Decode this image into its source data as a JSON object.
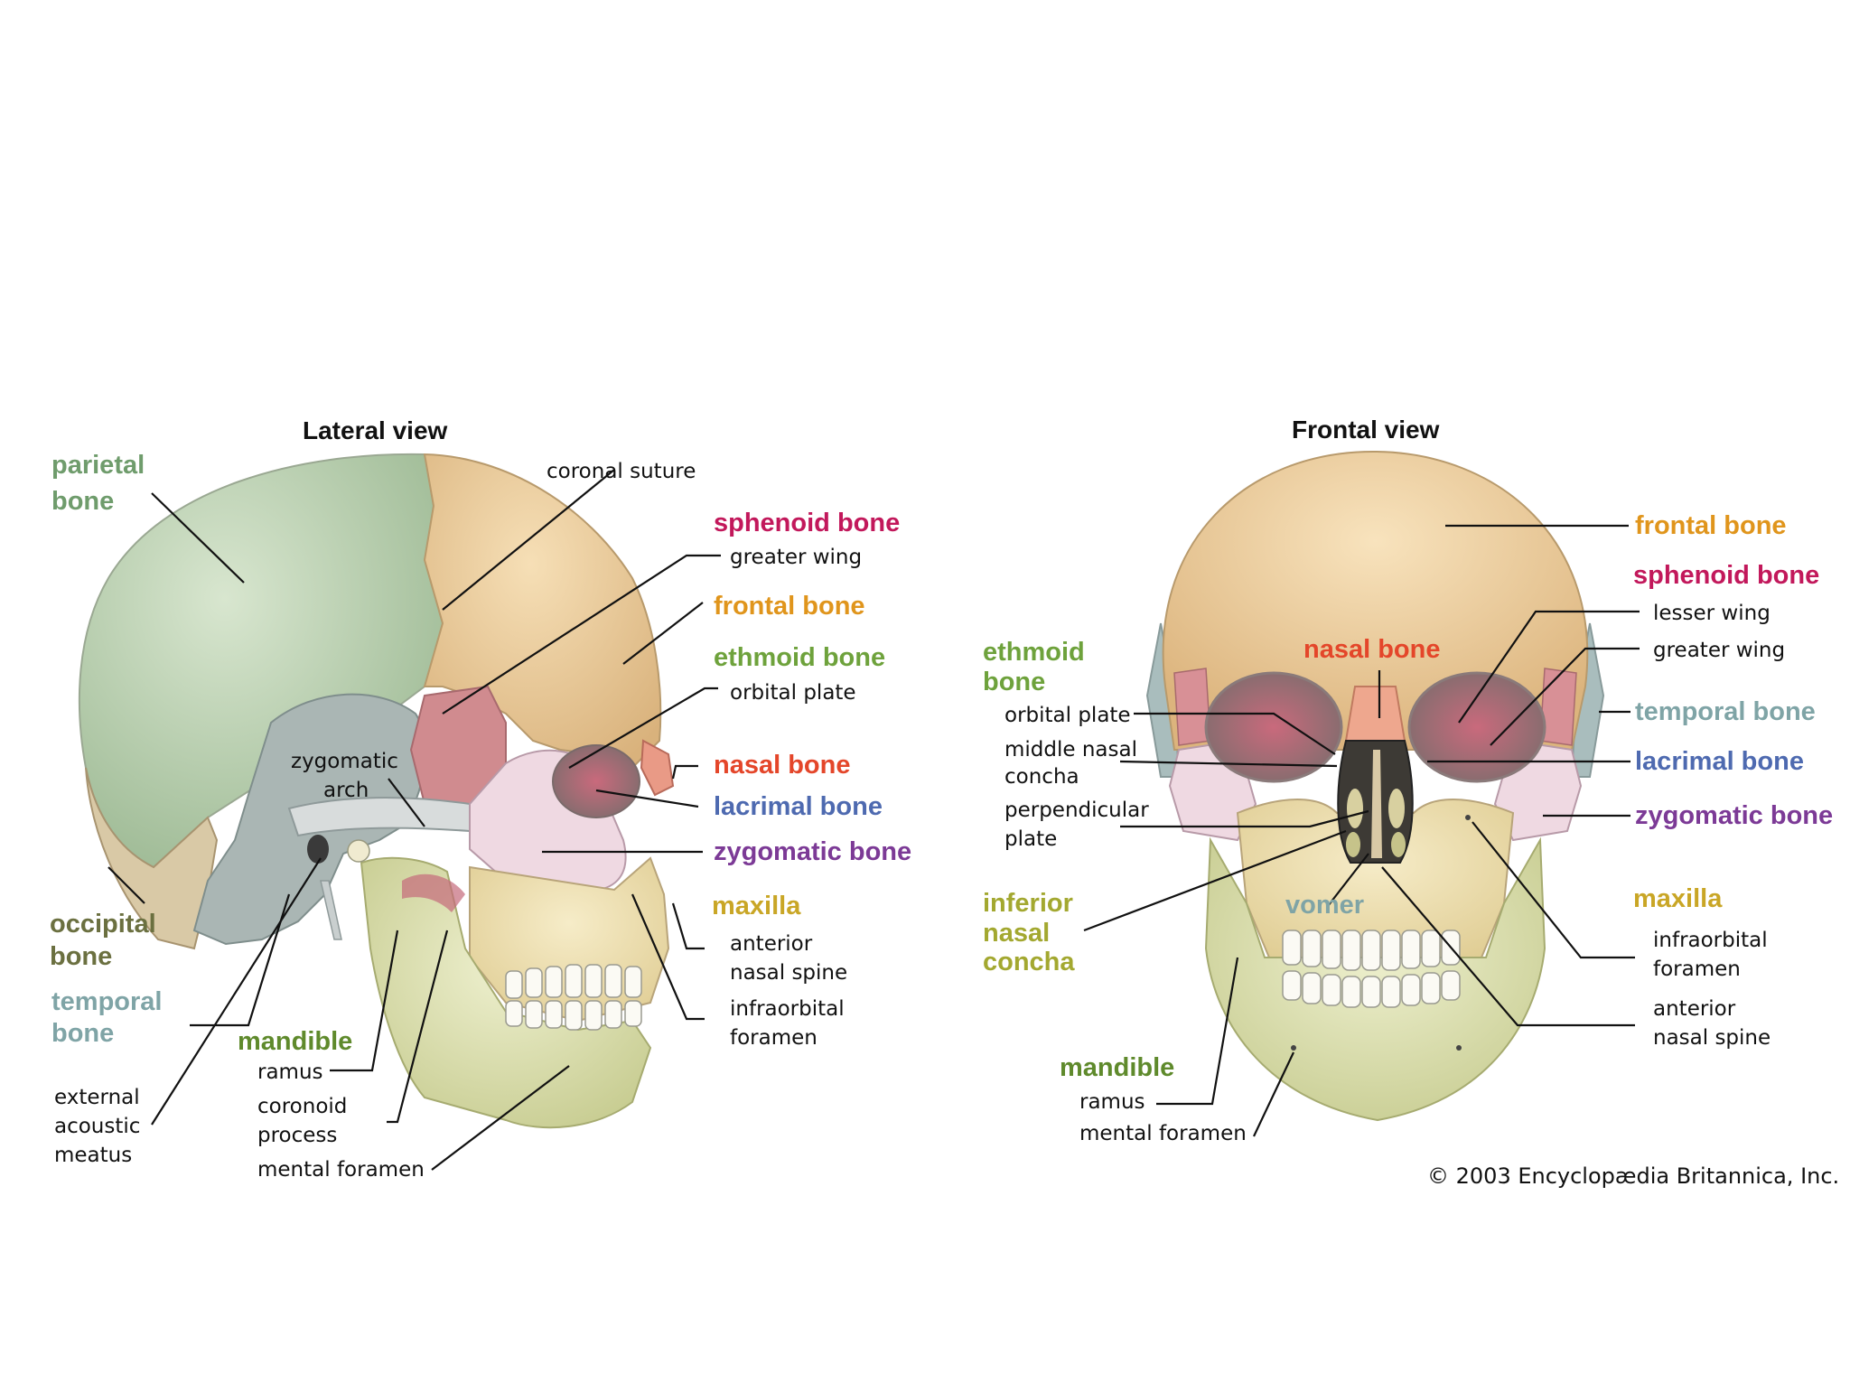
{
  "colors": {
    "parietal": "#6f9c6c",
    "temporal": "#7fa4a6",
    "occipital": "#6b7040",
    "mandible": "#5f8a2c",
    "sphenoid": "#c2185b",
    "frontal": "#e0951c",
    "ethmoid": "#6ea23c",
    "nasal": "#e4462a",
    "lacrimal": "#4e6ab0",
    "zygomatic": "#7c3a96",
    "maxilla": "#c9a626",
    "vomer": "#7fa4a6",
    "inferior_concha": "#a3a830"
  },
  "lateral": {
    "title": "Lateral view",
    "labels": {
      "parietal_1": "parietal",
      "parietal_2": "bone",
      "coronal_suture": "coronal suture",
      "sphenoid": "sphenoid bone",
      "greater_wing": "greater wing",
      "frontal": "frontal bone",
      "ethmoid": "ethmoid bone",
      "orbital_plate": "orbital plate",
      "zygomatic_arch_1": "zygomatic",
      "zygomatic_arch_2": "arch",
      "nasal": "nasal bone",
      "lacrimal": "lacrimal bone",
      "zygomatic": "zygomatic bone",
      "occipital_1": "occipital",
      "occipital_2": "bone",
      "maxilla": "maxilla",
      "anterior_1": "anterior",
      "anterior_2": "nasal spine",
      "temporal_1": "temporal",
      "temporal_2": "bone",
      "infraorbital_1": "infraorbital",
      "infraorbital_2": "foramen",
      "mandible": "mandible",
      "ramus": "ramus",
      "external_1": "external",
      "external_2": "acoustic",
      "external_3": "meatus",
      "coronoid_1": "coronoid",
      "coronoid_2": "process",
      "mental_foramen": "mental foramen"
    }
  },
  "frontal": {
    "title": "Frontal view",
    "labels": {
      "frontal": "frontal bone",
      "sphenoid": "sphenoid bone",
      "lesser_wing": "lesser wing",
      "greater_wing": "greater wing",
      "ethmoid_1": "ethmoid",
      "ethmoid_2": "bone",
      "nasal": "nasal bone",
      "orbital_plate": "orbital plate",
      "temporal": "temporal bone",
      "middle_1": "middle nasal",
      "middle_2": "concha",
      "lacrimal": "lacrimal bone",
      "perp_1": "perpendicular",
      "perp_2": "plate",
      "zygomatic": "zygomatic bone",
      "inferior_1": "inferior",
      "inferior_2": "nasal",
      "inferior_3": "concha",
      "vomer": "vomer",
      "maxilla": "maxilla",
      "infraorbital_1": "infraorbital",
      "infraorbital_2": "foramen",
      "anterior_1": "anterior",
      "anterior_2": "nasal spine",
      "mandible": "mandible",
      "ramus": "ramus",
      "mental_foramen": "mental foramen"
    }
  },
  "copyright": "© 2003 Encyclopædia Britannica, Inc."
}
